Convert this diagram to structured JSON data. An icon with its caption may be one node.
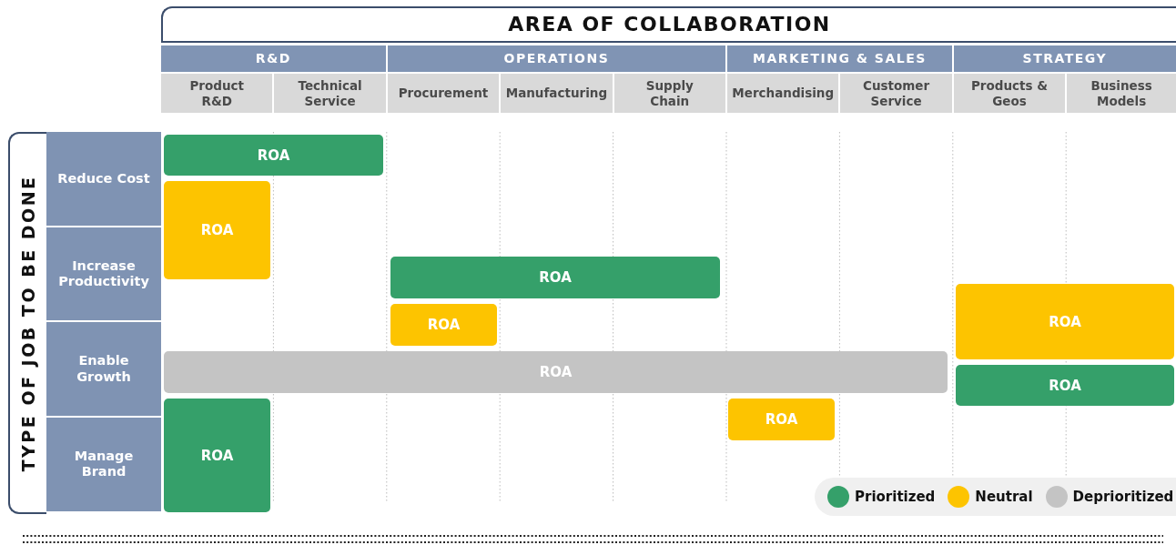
{
  "diagram": {
    "nodes": [
      {
        "text": [
          "AREA OF COLLABORATION"
        ]
      },
      {
        "text": [
          "R&D"
        ]
      },
      {
        "text": [
          "OPERATIONS"
        ]
      },
      {
        "text": [
          "MARKETING & SALES"
        ]
      },
      {
        "text": [
          "STRATEGY"
        ]
      },
      {
        "text": [
          "Product R&D"
        ]
      },
      {
        "text": [
          "Technical Service"
        ]
      },
      {
        "text": [
          "Procurement"
        ]
      },
      {
        "text": [
          "Manufacturing"
        ]
      },
      {
        "text": [
          "Supply Chain"
        ]
      },
      {
        "text": [
          "Merchandising"
        ]
      },
      {
        "text": [
          "Customer Service"
        ]
      },
      {
        "text": [
          "Products & Geos"
        ]
      },
      {
        "text": [
          "Business Models"
        ]
      },
      {
        "text": [
          "TYPE OF JOB TO BE DONE"
        ]
      },
      {
        "text": [
          "Reduce Cost"
        ]
      },
      {
        "text": [
          "Increase Productivity"
        ]
      },
      {
        "text": [
          "Enable Growth"
        ]
      },
      {
        "text": [
          "Manage Brand"
        ]
      },
      {
        "text": [
          "ROA"
        ]
      },
      {
        "text": [
          "ROA"
        ]
      },
      {
        "text": [
          "ROA"
        ]
      },
      {
        "text": [
          "ROA"
        ]
      },
      {
        "text": [
          "ROA"
        ]
      },
      {
        "text": [
          "ROA"
        ]
      },
      {
        "text": [
          "ROA"
        ]
      },
      {
        "text": [
          "ROA"
        ]
      },
      {
        "text": [
          "ROA"
        ]
      }
    ],
    "edges": [],
    "legend": [
      {
        "text": "Prioritized",
        "color": "#35a06a"
      },
      {
        "text": "Neutral",
        "color": "#fdc400"
      },
      {
        "text": "Deprioritized",
        "color": "#c4c4c4"
      }
    ]
  }
}
